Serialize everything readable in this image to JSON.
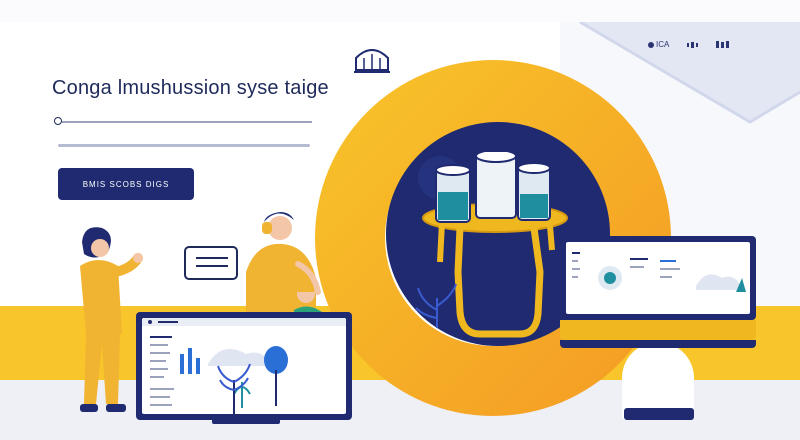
{
  "header": {
    "title": "Conga lmushussion syse taige",
    "cta_label": "BMIS SCOBS DIGS"
  },
  "top_nav": {
    "items": [
      {
        "label": "ICA",
        "icon": "user-icon"
      },
      {
        "label": "",
        "icon": "grid-icon"
      },
      {
        "label": "",
        "icon": "chart-icon"
      }
    ]
  },
  "slider": {
    "value": 0.0
  },
  "colors": {
    "navy": "#1f2a70",
    "yellow": "#f8c52a",
    "orange": "#f4a024",
    "teal": "#1f8fa0",
    "panel": "#ffffff",
    "background": "#f7f8fb"
  },
  "icons": [
    "dome-logo-icon",
    "user-icon",
    "grid-icon",
    "chart-icon",
    "speech-bubble-icon",
    "cylinder-icon",
    "plant-icon",
    "tree-icon"
  ]
}
